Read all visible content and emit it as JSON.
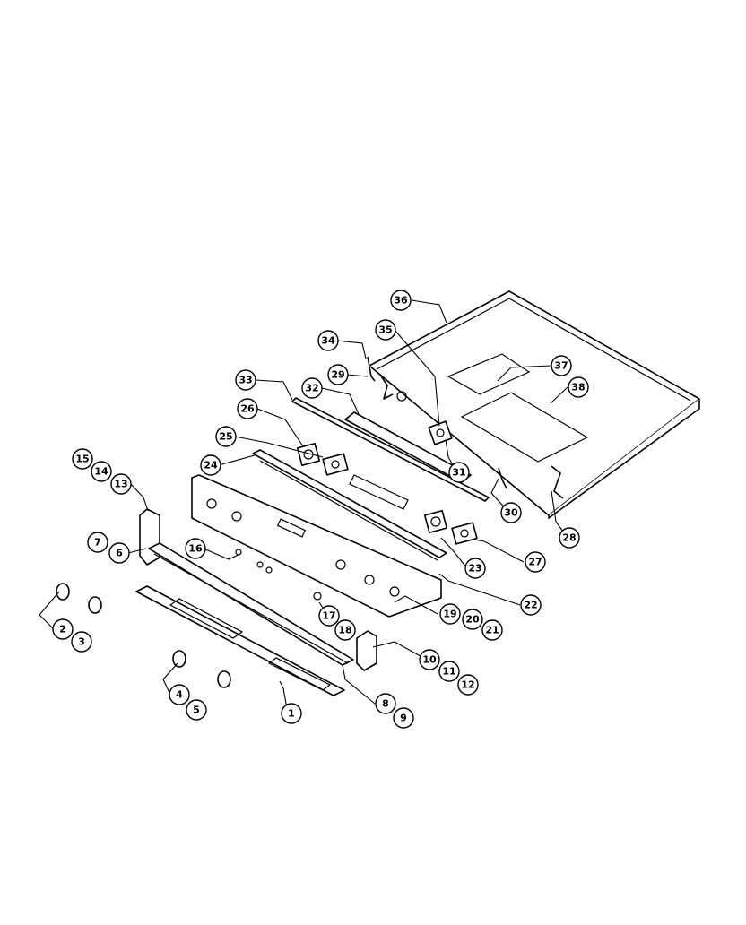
{
  "diagram": {
    "callouts": [
      {
        "id": "1",
        "label": "1"
      },
      {
        "id": "2",
        "label": "2"
      },
      {
        "id": "3",
        "label": "3"
      },
      {
        "id": "4",
        "label": "4"
      },
      {
        "id": "5",
        "label": "5"
      },
      {
        "id": "6",
        "label": "6"
      },
      {
        "id": "7",
        "label": "7"
      },
      {
        "id": "8",
        "label": "8"
      },
      {
        "id": "9",
        "label": "9"
      },
      {
        "id": "10",
        "label": "10"
      },
      {
        "id": "11",
        "label": "11"
      },
      {
        "id": "12",
        "label": "12"
      },
      {
        "id": "13",
        "label": "13"
      },
      {
        "id": "14",
        "label": "14"
      },
      {
        "id": "15",
        "label": "15"
      },
      {
        "id": "16",
        "label": "16"
      },
      {
        "id": "17",
        "label": "17"
      },
      {
        "id": "18",
        "label": "18"
      },
      {
        "id": "19",
        "label": "19"
      },
      {
        "id": "20",
        "label": "20"
      },
      {
        "id": "21",
        "label": "21"
      },
      {
        "id": "22",
        "label": "22"
      },
      {
        "id": "23",
        "label": "23"
      },
      {
        "id": "24",
        "label": "24"
      },
      {
        "id": "25",
        "label": "25"
      },
      {
        "id": "26",
        "label": "26"
      },
      {
        "id": "27",
        "label": "27"
      },
      {
        "id": "28",
        "label": "28"
      },
      {
        "id": "29",
        "label": "29"
      },
      {
        "id": "30",
        "label": "30"
      },
      {
        "id": "31",
        "label": "31"
      },
      {
        "id": "32",
        "label": "32"
      },
      {
        "id": "33",
        "label": "33"
      },
      {
        "id": "34",
        "label": "34"
      },
      {
        "id": "35",
        "label": "35"
      },
      {
        "id": "36",
        "label": "36"
      },
      {
        "id": "37",
        "label": "37"
      },
      {
        "id": "38",
        "label": "38"
      }
    ]
  }
}
